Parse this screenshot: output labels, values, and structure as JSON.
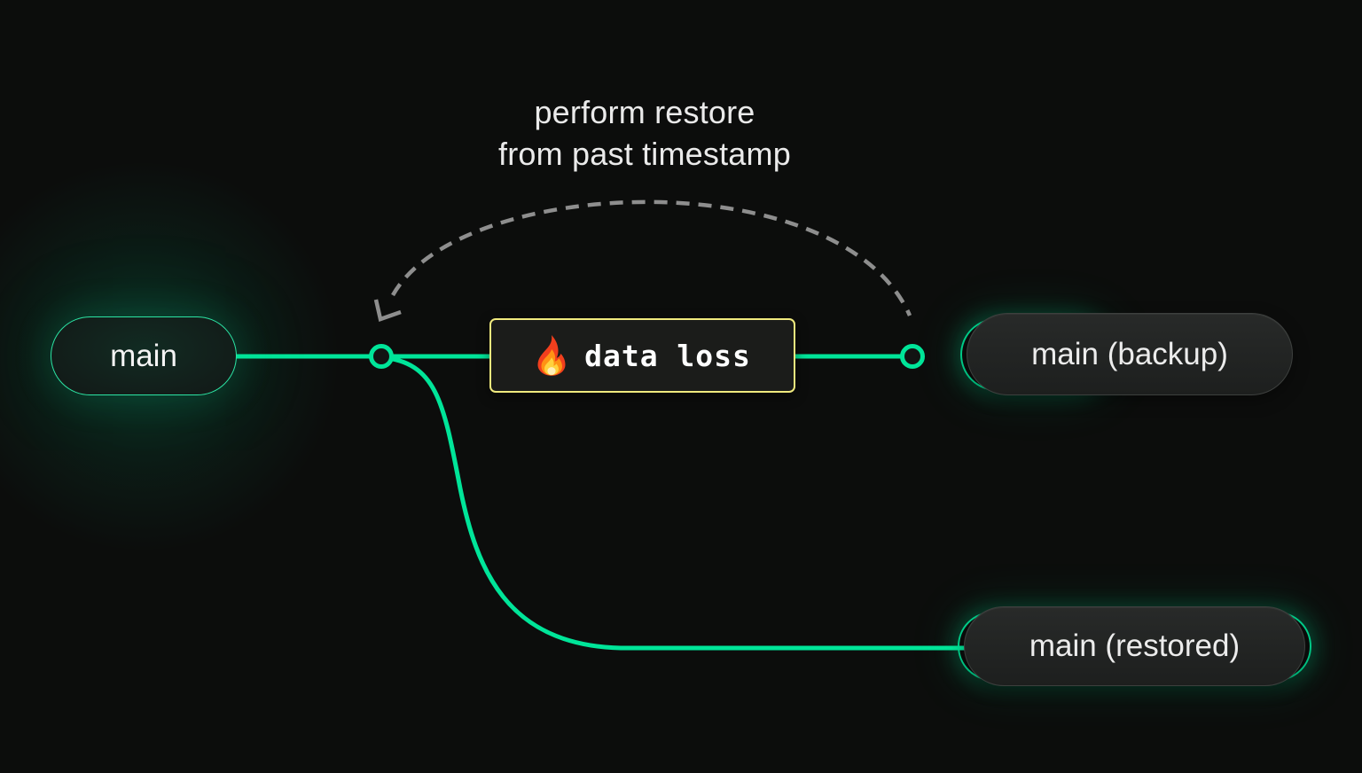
{
  "diagram": {
    "caption": {
      "line1": "perform restore",
      "line2": "from past timestamp"
    },
    "nodes": {
      "main": {
        "label": "main"
      },
      "backup": {
        "label": "main (backup)"
      },
      "restored": {
        "label": "main (restored)"
      }
    },
    "event": {
      "label": "data loss",
      "icon": "fire-icon"
    },
    "colors": {
      "background": "#0c0d0c",
      "branch_green": "#00e599",
      "event_border_yellow": "#f0ea7e",
      "dashed_arc_gray": "#8e8e8e",
      "pill_text": "#ececec"
    }
  }
}
